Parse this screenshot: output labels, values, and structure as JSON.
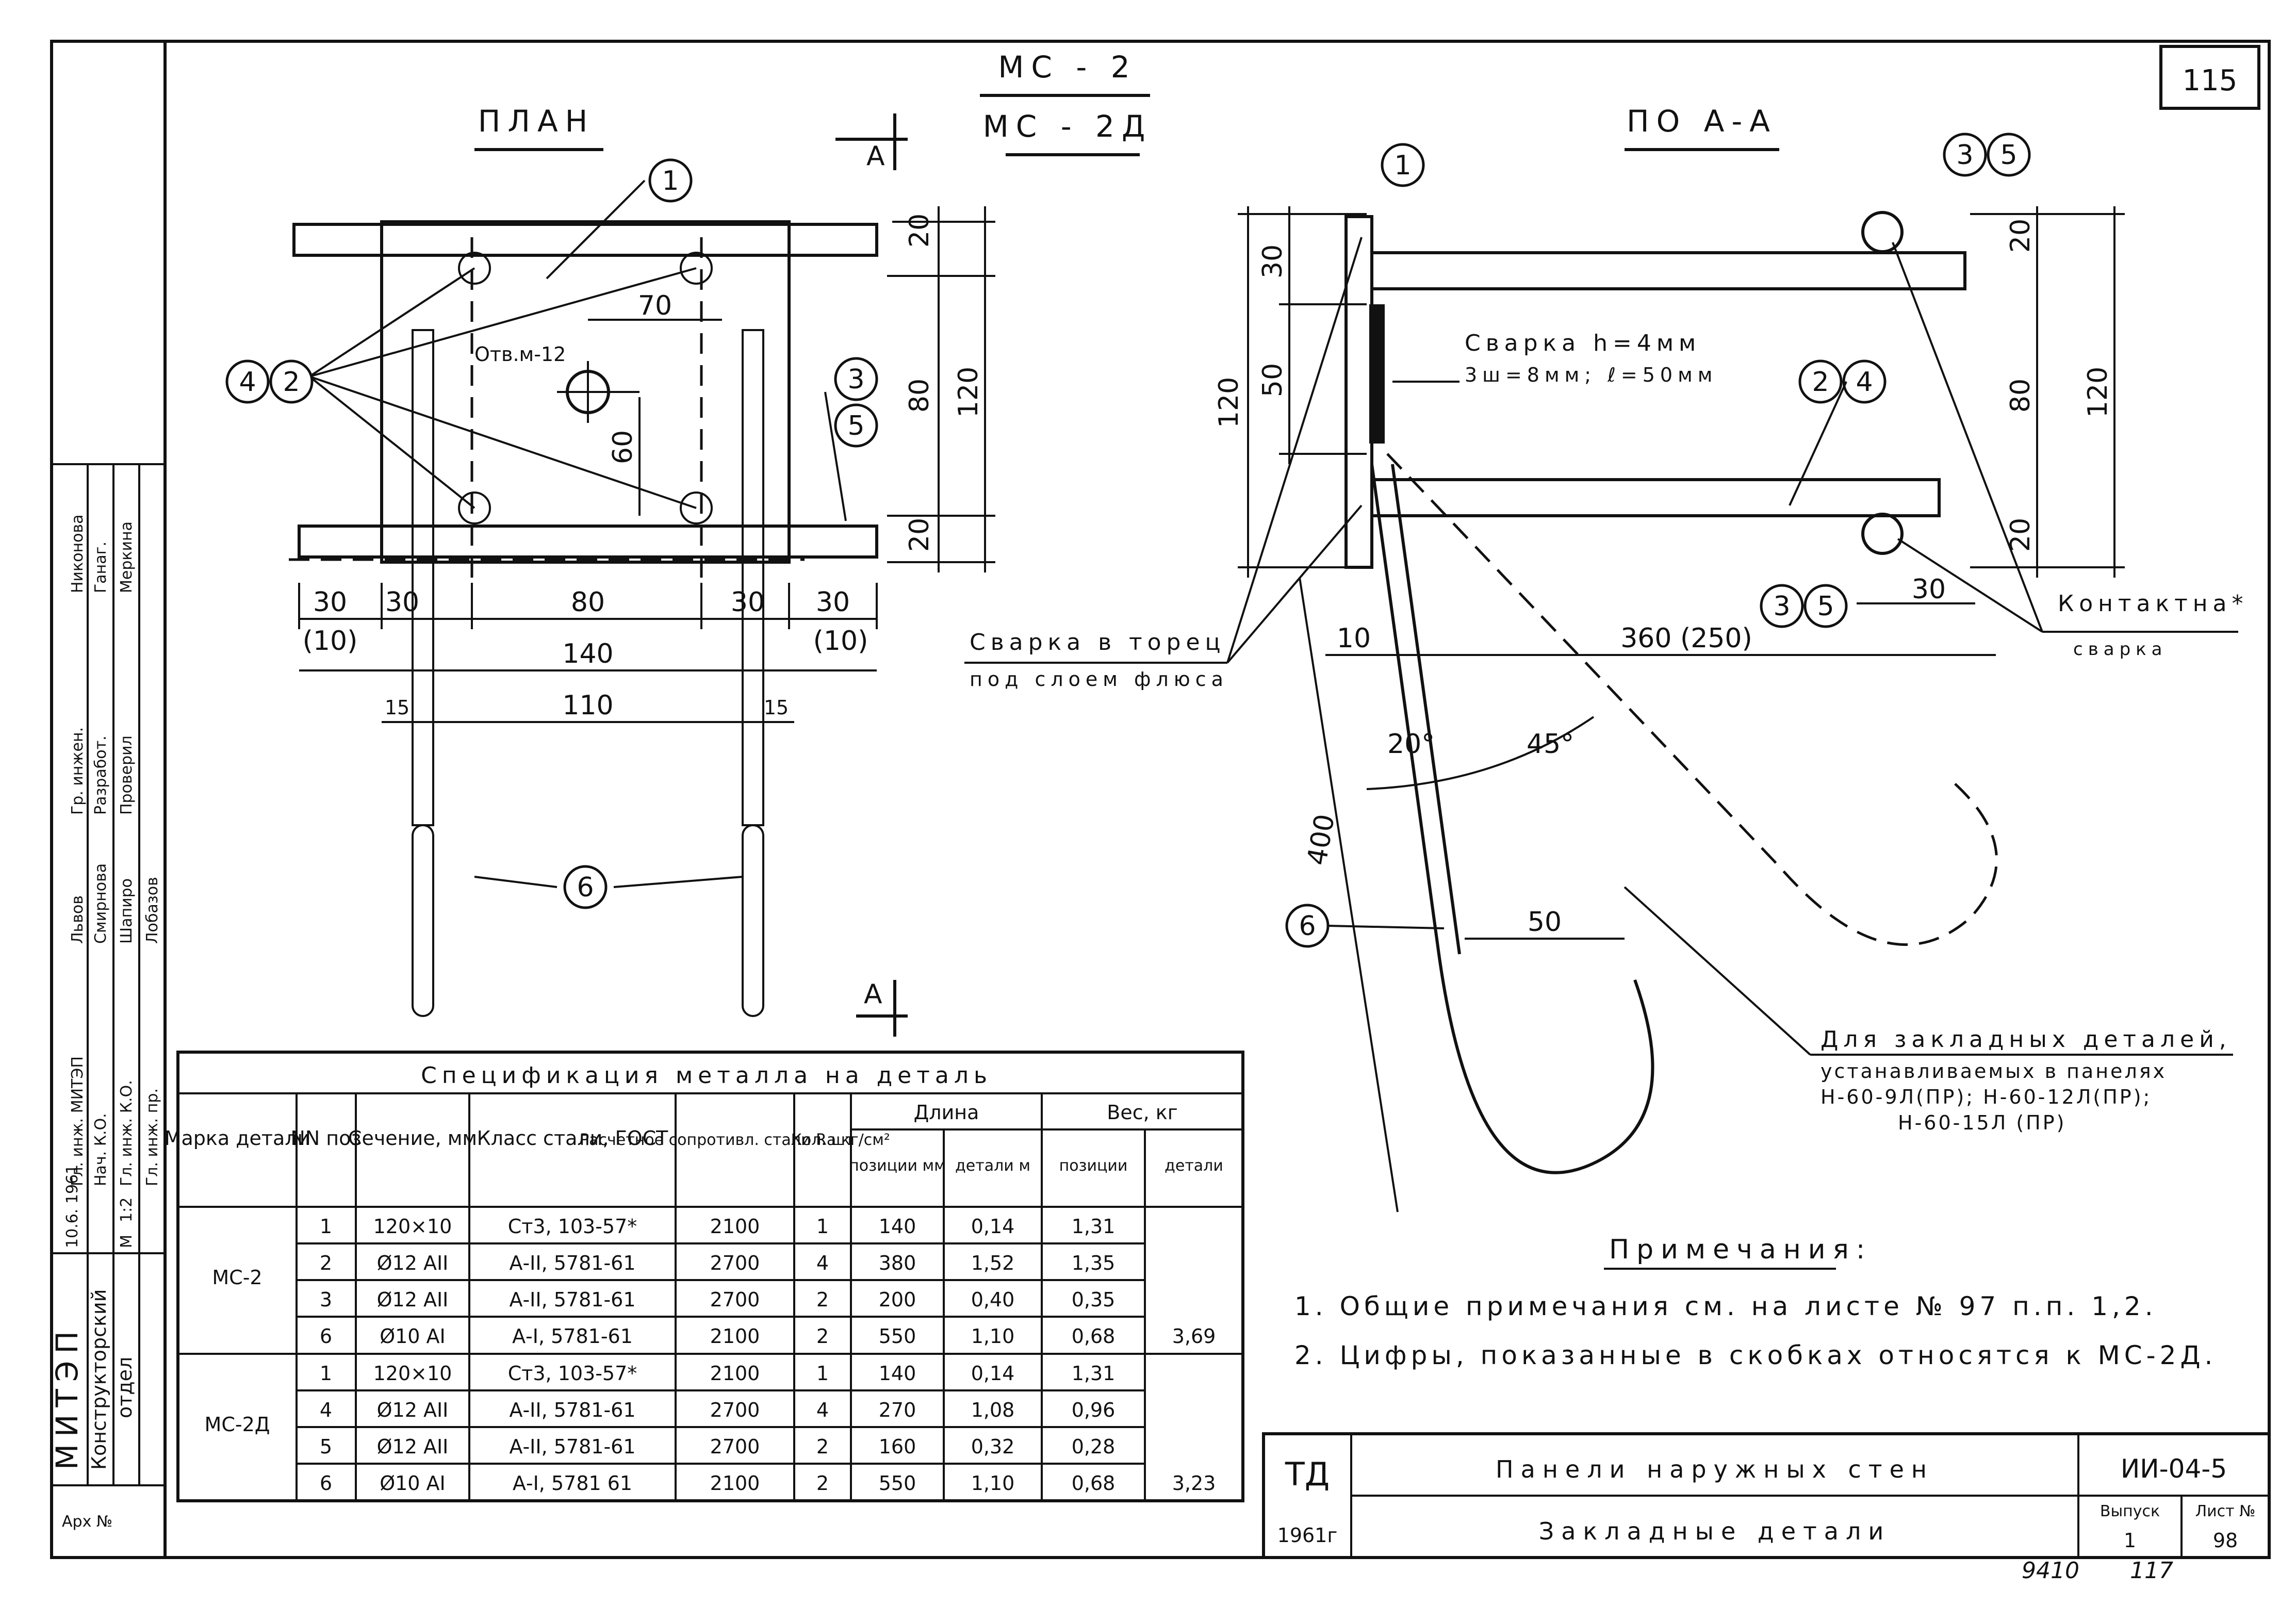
{
  "sheet": {
    "page_no": "115",
    "mark_top": "МС - 2",
    "mark_bottom": "МС - 2Д",
    "plan_title": "ПЛАН",
    "section_title": "ПО А-А",
    "section_arrow_label": "А",
    "section_arrow_label_2": "А",
    "hole_label": "Отв.м-12"
  },
  "plan_dims": {
    "d20_top": "20",
    "d80": "80",
    "d120": "120",
    "d20_bot": "20",
    "d70": "70",
    "d60": "60",
    "b30_l": "30",
    "b30_l2": "30",
    "b80": "80",
    "b30_r": "30",
    "b30_r2": "30",
    "b10_l": "(10)",
    "b10_r": "(10)",
    "b140": "140",
    "b15_l": "15",
    "b110": "110",
    "b15_r": "15"
  },
  "callouts": {
    "c1": "1",
    "c4": "4",
    "c2": "2",
    "c3": "3",
    "c5": "5",
    "c6": "6",
    "s1": "1",
    "s3a": "3",
    "s5a": "5",
    "s2": "2",
    "s4": "4",
    "s3b": "3",
    "s5b": "5",
    "s6": "6"
  },
  "section_dims": {
    "v30": "30",
    "v50": "50",
    "v120": "120",
    "r20_top": "20",
    "r80": "80",
    "r120": "120",
    "r20_bot": "20",
    "h30": "30",
    "h10": "10",
    "h360": "360 (250)",
    "ang20": "20°",
    "ang45": "45°",
    "v400": "400",
    "h50": "50"
  },
  "weld_notes": {
    "weld_size_1": "Сварка h=4мм",
    "weld_size_2": "3ш=8мм; ℓ=50мм",
    "butt_weld_1": "Сварка в торец",
    "butt_weld_2": "под слоем флюса",
    "contact_1": "Контактна*",
    "contact_2": "сварка"
  },
  "embedded_note": {
    "line1": "Для закладных деталей,",
    "line2": "устанавливаемых в панелях",
    "line3": "Н-60-9Л(ПР); Н-60-12Л(ПР);",
    "line4": "Н-60-15Л (ПР)"
  },
  "notes": {
    "title": "Примечания:",
    "n1": "1. Общие примечания см. на листе № 97 п.п. 1,2.",
    "n2": "2. Цифры, показанные в скобках относятся к МС-2Д."
  },
  "spec_table": {
    "title": "Спецификация металла на деталь",
    "headers": {
      "mark": "Марка детали",
      "pos": "NN поз",
      "section": "Сечение, мм",
      "steel": "Класс стали, ГОСТ",
      "resist": "Расчетное сопротивл. стали Rа кг/см²",
      "qty": "Кол. шт",
      "length": "Длина",
      "len_pos": "позиции мм",
      "len_det": "детали м",
      "weight": "Вес, кг",
      "w_pos": "позиции",
      "w_det": "детали"
    },
    "groups": [
      {
        "mark": "МС-2",
        "total": "3,69",
        "rows": [
          {
            "pos": "1",
            "section": "120×10",
            "steel": "Ст3, 103-57*",
            "resist": "2100",
            "qty": "1",
            "len_pos": "140",
            "len_det": "0,14",
            "w_pos": "1,31"
          },
          {
            "pos": "2",
            "section": "Ø12 АII",
            "steel": "А-II, 5781-61",
            "resist": "2700",
            "qty": "4",
            "len_pos": "380",
            "len_det": "1,52",
            "w_pos": "1,35"
          },
          {
            "pos": "3",
            "section": "Ø12 АII",
            "steel": "А-II, 5781-61",
            "resist": "2700",
            "qty": "2",
            "len_pos": "200",
            "len_det": "0,40",
            "w_pos": "0,35"
          },
          {
            "pos": "6",
            "section": "Ø10 АI",
            "steel": "А-I, 5781-61",
            "resist": "2100",
            "qty": "2",
            "len_pos": "550",
            "len_det": "1,10",
            "w_pos": "0,68"
          }
        ]
      },
      {
        "mark": "МС-2Д",
        "total": "3,23",
        "rows": [
          {
            "pos": "1",
            "section": "120×10",
            "steel": "Ст3, 103-57*",
            "resist": "2100",
            "qty": "1",
            "len_pos": "140",
            "len_det": "0,14",
            "w_pos": "1,31"
          },
          {
            "pos": "4",
            "section": "Ø12 АII",
            "steel": "А-II, 5781-61",
            "resist": "2700",
            "qty": "4",
            "len_pos": "270",
            "len_det": "1,08",
            "w_pos": "0,96"
          },
          {
            "pos": "5",
            "section": "Ø12 АII",
            "steel": "А-II, 5781-61",
            "resist": "2700",
            "qty": "2",
            "len_pos": "160",
            "len_det": "0,32",
            "w_pos": "0,28"
          },
          {
            "pos": "6",
            "section": "Ø10 АI",
            "steel": "А-I, 5781 61",
            "resist": "2100",
            "qty": "2",
            "len_pos": "550",
            "len_det": "1,10",
            "w_pos": "0,68"
          }
        ]
      }
    ]
  },
  "title_block": {
    "td": "ТД",
    "year": "1961г",
    "title1": "Панели наружных стен",
    "title2": "Закладные детали",
    "code": "ИИ-04-5",
    "issue_label": "Выпуск",
    "sheet_label": "Лист №",
    "issue": "1",
    "sheet": "98"
  },
  "stamp": {
    "org": "МИТЭП",
    "dept1": "Конструкторский",
    "dept2": "отдел",
    "arch": "Арх №",
    "date": "10.6. 1961",
    "scale_label": "М",
    "scale": "1:2",
    "roles": [
      "Гл. инж. МИТЭП",
      "Нач. К.О.",
      "Гл. инж. К.О.",
      "Гл. инж. пр."
    ],
    "names_a": [
      "Львов",
      "Смирнова",
      "Шапиро",
      "Лобазов"
    ],
    "roles_b": [
      "Гр. инжен.",
      "Разработ.",
      "Проверил"
    ],
    "names_b": [
      "Никонова",
      "Ганаг.",
      "Меркина"
    ]
  },
  "footer": {
    "archive_no": "9410",
    "page_note": "117"
  }
}
